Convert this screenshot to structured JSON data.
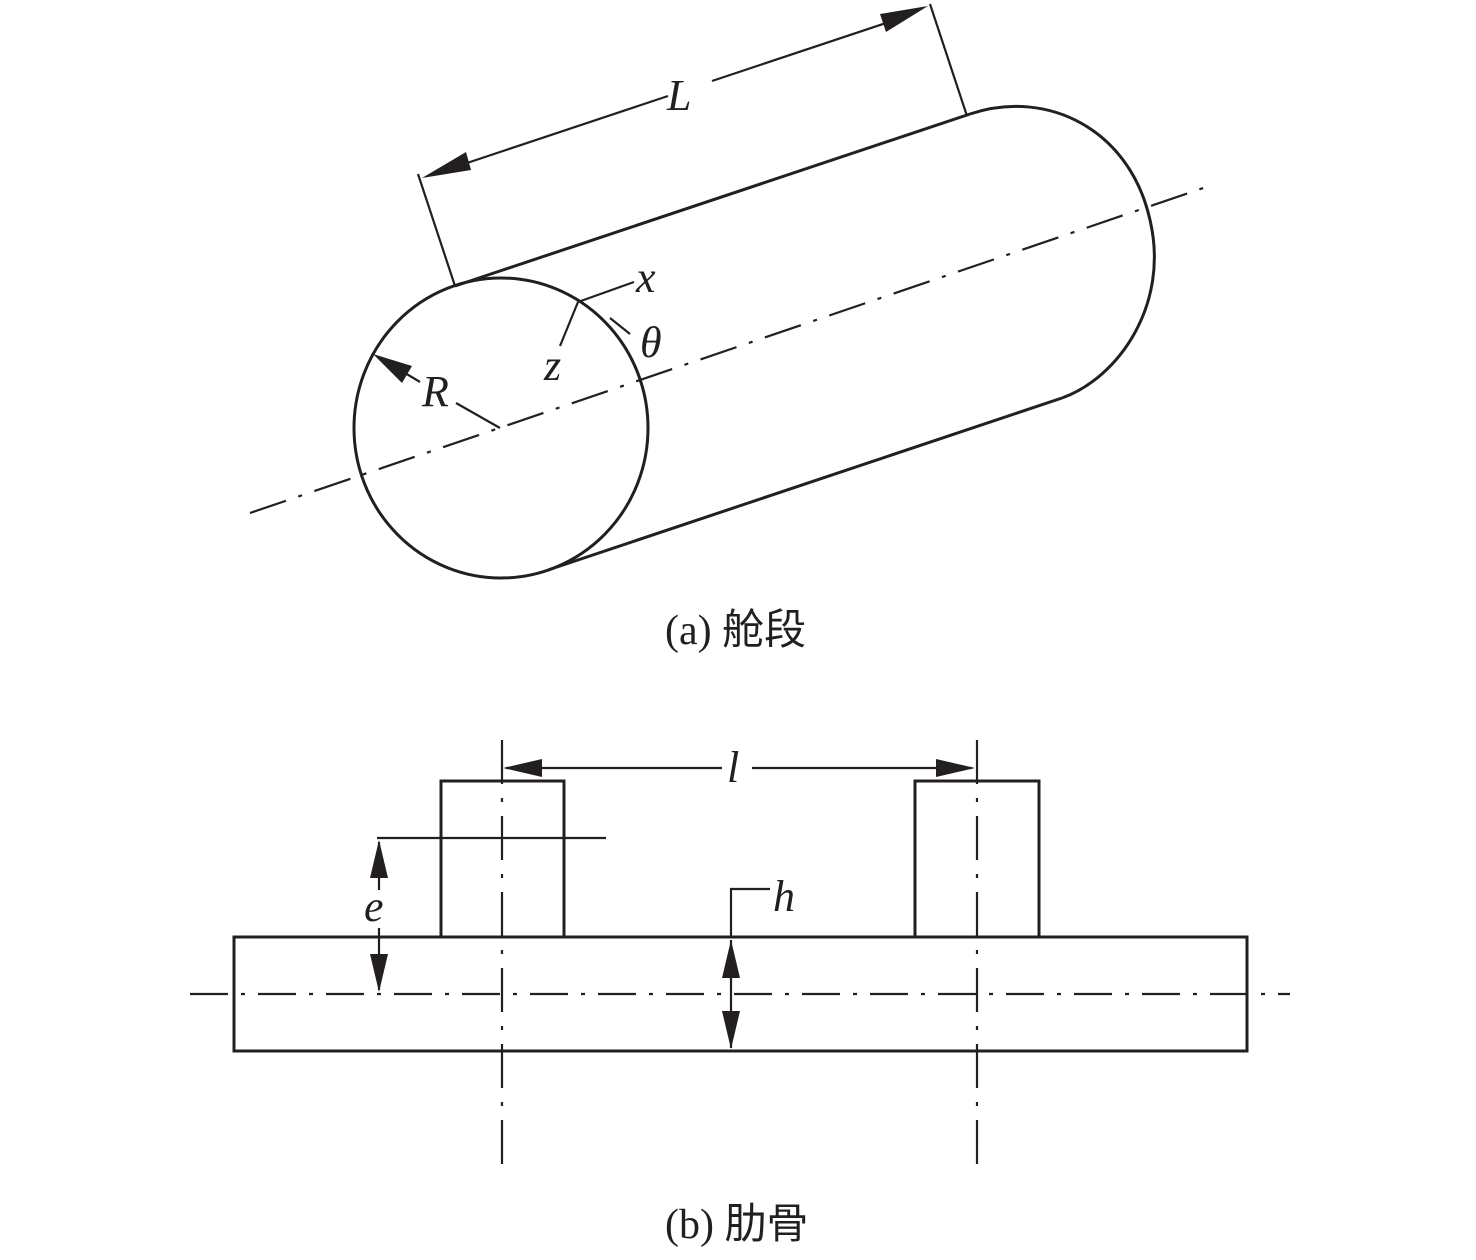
{
  "diagram_a": {
    "caption": "(a) 舱段",
    "labels": {
      "length": "L",
      "radius": "R",
      "axis_x": "x",
      "axis_z": "z",
      "angle": "θ"
    }
  },
  "diagram_b": {
    "caption": "(b) 肋骨",
    "labels": {
      "spacing": "l",
      "eccentricity": "e",
      "thickness": "h"
    }
  },
  "colors": {
    "line": "#231f20",
    "background": "#ffffff"
  }
}
